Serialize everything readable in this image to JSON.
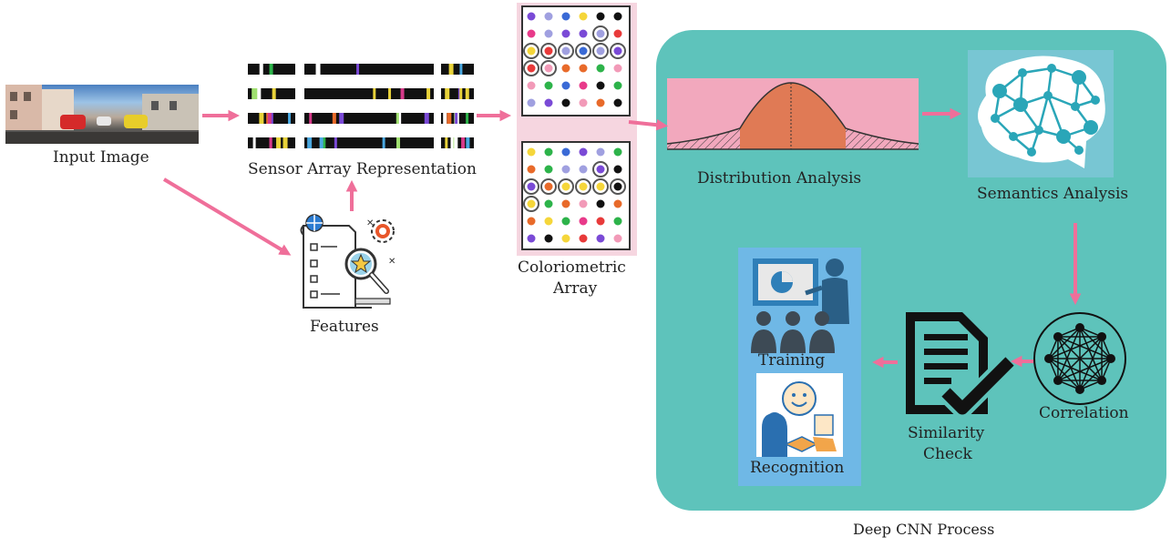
{
  "labels": {
    "input_image": "Input Image",
    "sensor_array": "Sensor Array Representation",
    "features": "Features",
    "coloriometric_line1": "Coloriometric",
    "coloriometric_line2": "Array",
    "distribution": "Distribution Analysis",
    "semantics": "Semantics Analysis",
    "correlation": "Correlation",
    "similarity_line1": "Similarity",
    "similarity_line2": "Check",
    "training": "Training",
    "recognition": "Recognition",
    "deep_cnn": "Deep CNN Process"
  },
  "colors": {
    "arrow": "#ef6f9a",
    "panel": "#5ec3bb",
    "pink_background": "#f6d6e0",
    "distribution_fill": "#e07a55",
    "distribution_bg": "#f2a8bd",
    "brain": "#2aa6b8",
    "training_bg": "#6fb8e6"
  },
  "icons": [
    "street-photo",
    "sensor-bars",
    "features-document-icon",
    "gear-icon",
    "magnifier-star-icon",
    "dot-grid",
    "bell-curve",
    "brain-network-icon",
    "checklist-icon",
    "network-circle-icon",
    "presentation-icon",
    "face-handshake-icon"
  ]
}
